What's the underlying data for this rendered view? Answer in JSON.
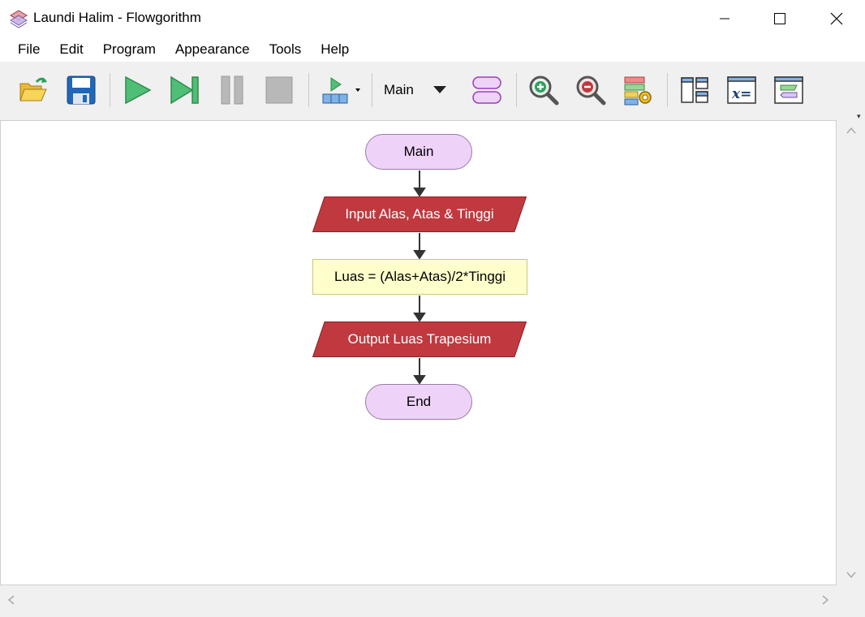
{
  "window": {
    "title": "Laundi Halim - Flowgorithm"
  },
  "menu": {
    "items": [
      "File",
      "Edit",
      "Program",
      "Appearance",
      "Tools",
      "Help"
    ]
  },
  "toolbar": {
    "function_selector": "Main",
    "icons": [
      "open-folder-icon",
      "save-icon",
      "run-icon",
      "step-icon",
      "pause-icon",
      "stop-icon",
      "run-speed-icon",
      "function-shape-icon",
      "zoom-in-icon",
      "zoom-out-icon",
      "layout-settings-icon",
      "layout-view-icon",
      "variables-icon",
      "console-icon"
    ]
  },
  "flowchart": {
    "start": "Main",
    "input": "Input Alas, Atas & Tinggi",
    "assign": "Luas = (Alas+Atas)/2*Tinggi",
    "output": "Output Luas Trapesium",
    "end": "End"
  },
  "colors": {
    "terminal_fill": "#eed2f8",
    "io_fill": "#c0393f",
    "process_fill": "#ffffcc",
    "accent_green": "#2e9f5c"
  }
}
